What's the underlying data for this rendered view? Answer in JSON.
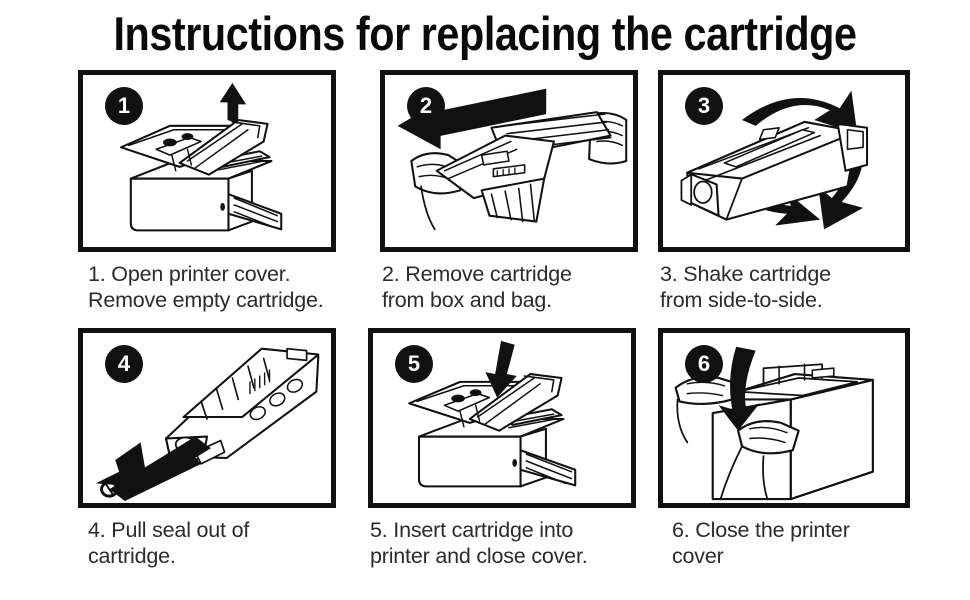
{
  "document": {
    "title": "Instructions for replacing the cartridge",
    "background_color": "#ffffff",
    "ink_color": "#111111",
    "caption_color": "#2b2b2b"
  },
  "steps": [
    {
      "number": "1",
      "caption": "1. Open printer cover.\nRemove empty cartridge.",
      "illustration": "printer-open-cover-cartridge-up",
      "arrow": "up-arrow-solid"
    },
    {
      "number": "2",
      "caption": "2. Remove cartridge\nfrom box and bag.",
      "illustration": "hands-pulling-cartridge-from-bag",
      "arrow": "left-arrow-solid"
    },
    {
      "number": "3",
      "caption": "3. Shake cartridge\nfrom side-to-side.",
      "illustration": "cartridge-with-rocking-arrows",
      "arrow": "curved-double-arrow"
    },
    {
      "number": "4",
      "caption": "4. Pull seal out of\ncartridge.",
      "illustration": "cartridge-with-sealing-tape",
      "arrow": "down-left-arrow-solid"
    },
    {
      "number": "5",
      "caption": "5. Insert cartridge into\nprinter and close cover.",
      "illustration": "printer-open-cover-cartridge-down",
      "arrow": "down-arrow-solid"
    },
    {
      "number": "6",
      "caption": "6. Close the printer\ncover",
      "illustration": "hands-closing-printer-cover",
      "arrow": "curved-down-arrow"
    }
  ]
}
